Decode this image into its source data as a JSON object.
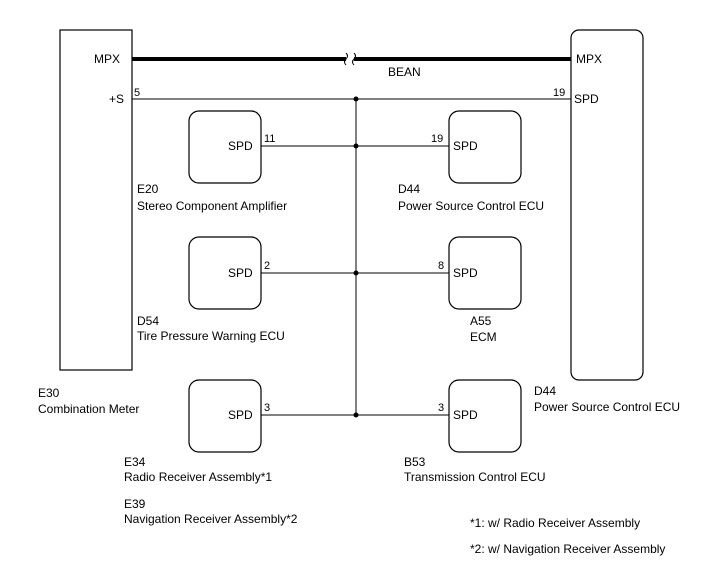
{
  "bus": {
    "name": "BEAN",
    "left_label": "MPX",
    "right_label": "MPX"
  },
  "combination_meter": {
    "code": "E30",
    "name": "Combination Meter",
    "terminal": "+S",
    "pin": "5"
  },
  "power_source_ecu_main": {
    "code": "D44",
    "name": "Power Source Control ECU",
    "terminal": "SPD",
    "pin": "19"
  },
  "stereo_amplifier": {
    "code": "E20",
    "name": "Stereo Component Amplifier",
    "terminal": "SPD",
    "pin": "11"
  },
  "power_source_ecu_small": {
    "code": "D44",
    "name": "Power Source Control ECU",
    "terminal": "SPD",
    "pin": "19"
  },
  "tire_pressure_ecu": {
    "code": "D54",
    "name": "Tire Pressure Warning ECU",
    "terminal": "SPD",
    "pin": "2"
  },
  "ecm": {
    "code": "A55",
    "name": "ECM",
    "terminal": "SPD",
    "pin": "8"
  },
  "radio_receiver": {
    "code": "E34",
    "name": "Radio Receiver Assembly*1",
    "terminal": "SPD",
    "pin": "3"
  },
  "navigation_receiver": {
    "code": "E39",
    "name": "Navigation Receiver Assembly*2"
  },
  "transmission_ecu": {
    "code": "B53",
    "name": "Transmission Control ECU",
    "terminal": "SPD",
    "pin": "3"
  },
  "notes": [
    "*1: w/ Radio Receiver Assembly",
    "*2: w/ Navigation Receiver Assembly"
  ]
}
